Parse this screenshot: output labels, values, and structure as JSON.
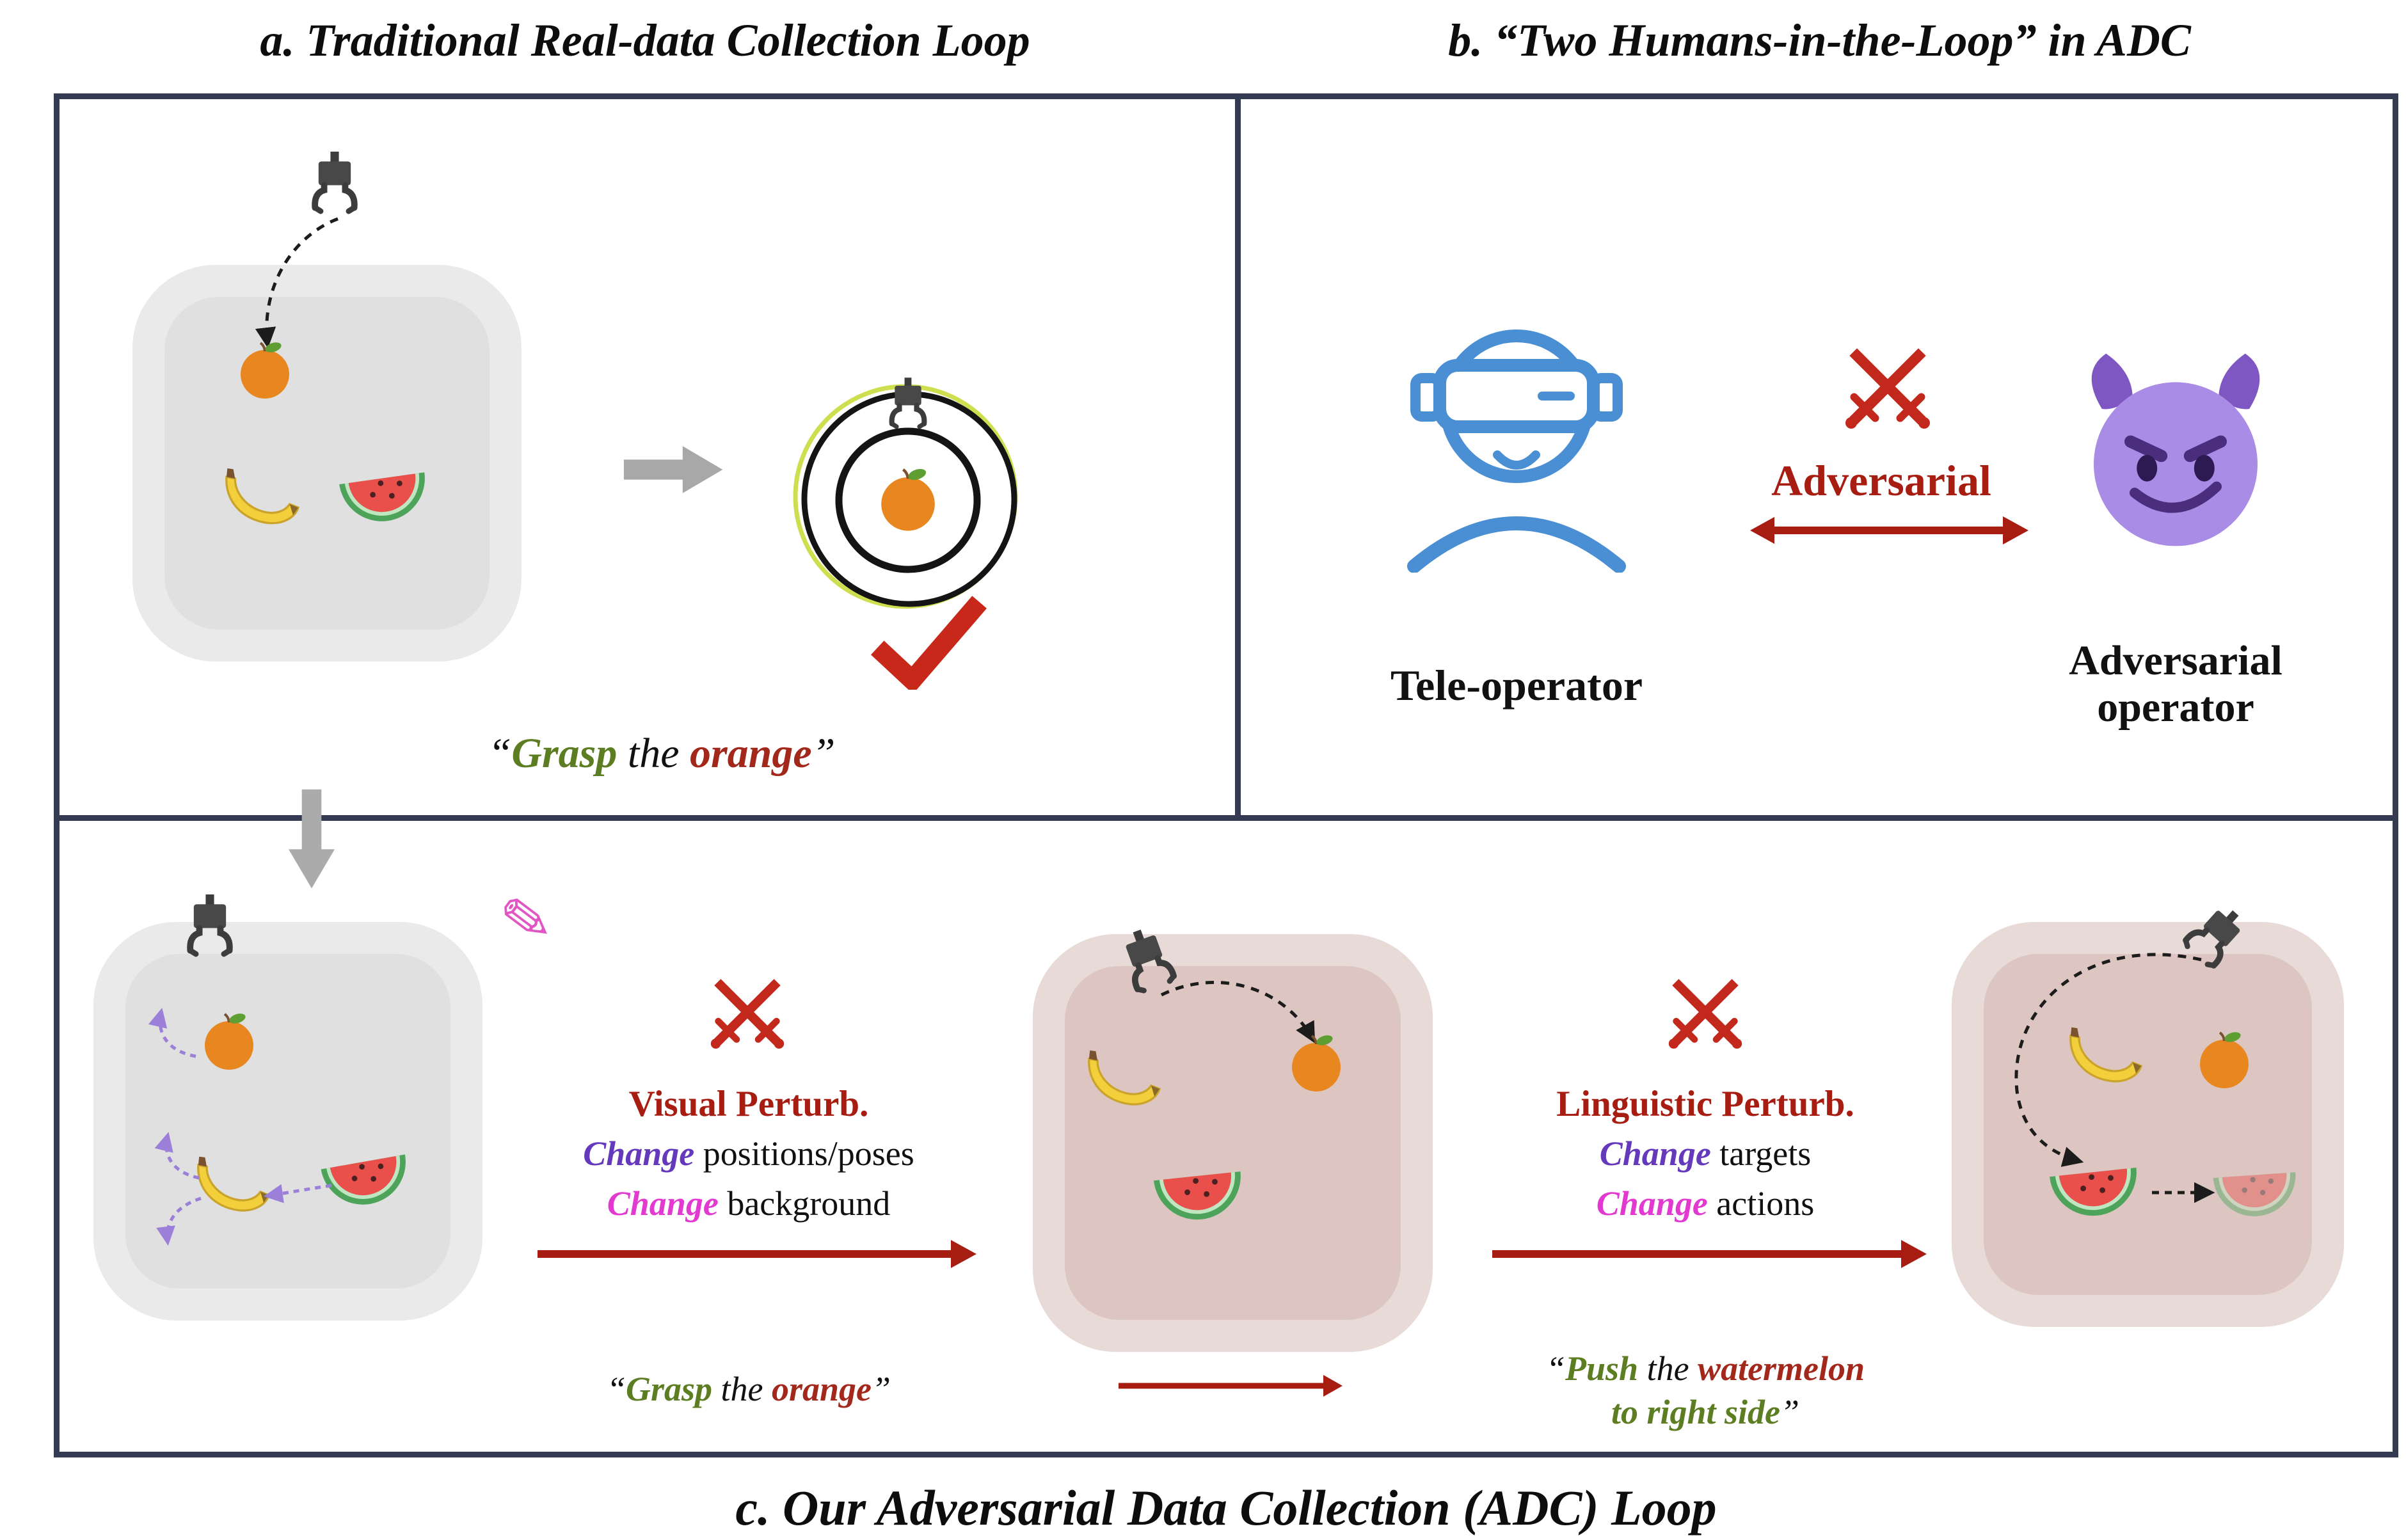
{
  "figure": {
    "panel_a_title": "a. Traditional Real-data Collection Loop",
    "panel_b_title": "b. “Two Humans-in-the-Loop” in ADC",
    "panel_c_title": "c. Our Adversarial Data Collection (ADC) Loop"
  },
  "panel_a": {
    "instruction": {
      "open_quote": "“",
      "verb": "Grasp",
      "middle": " the ",
      "object": "orange",
      "close_quote": "”"
    }
  },
  "panel_b": {
    "tele_operator_label": "Tele-operator",
    "adversarial_label": "Adversarial",
    "adversarial_operator_line1": "Adversarial",
    "adversarial_operator_line2": "operator"
  },
  "panel_c": {
    "visual_perturb": {
      "heading": "Visual Perturb.",
      "line1_keyword": "Change",
      "line1_text": " positions/poses",
      "line2_keyword": "Change",
      "line2_text": " background"
    },
    "linguistic_perturb": {
      "heading": "Linguistic Perturb.",
      "line1_keyword": "Change",
      "line1_text": " targets",
      "line2_keyword": "Change",
      "line2_text": " actions"
    },
    "grasp_instruction": {
      "open_quote": "“",
      "verb": "Grasp",
      "middle": " the ",
      "object": "orange",
      "close_quote": "”"
    },
    "push_instruction": {
      "open_quote": "“",
      "verb": "Push",
      "middle": " the ",
      "object": "watermelon",
      "line2_text": "to right side",
      "close_quote": "”"
    }
  },
  "icons": {
    "pencil_glyph": "✎"
  },
  "colors": {
    "border_navy": "#333a52",
    "verb_green": "#5c7d22",
    "object_red": "#a3281c",
    "dark_red": "#a81d12",
    "swords_red": "#c3281c",
    "purple_keyword": "#6539bb",
    "magenta_keyword": "#e23ad0",
    "operator_blue": "#4a8fd4",
    "devil_purple": "#a98ce6",
    "tray_gray": "#eaeaea",
    "tray_rose": "#e8dad6"
  }
}
